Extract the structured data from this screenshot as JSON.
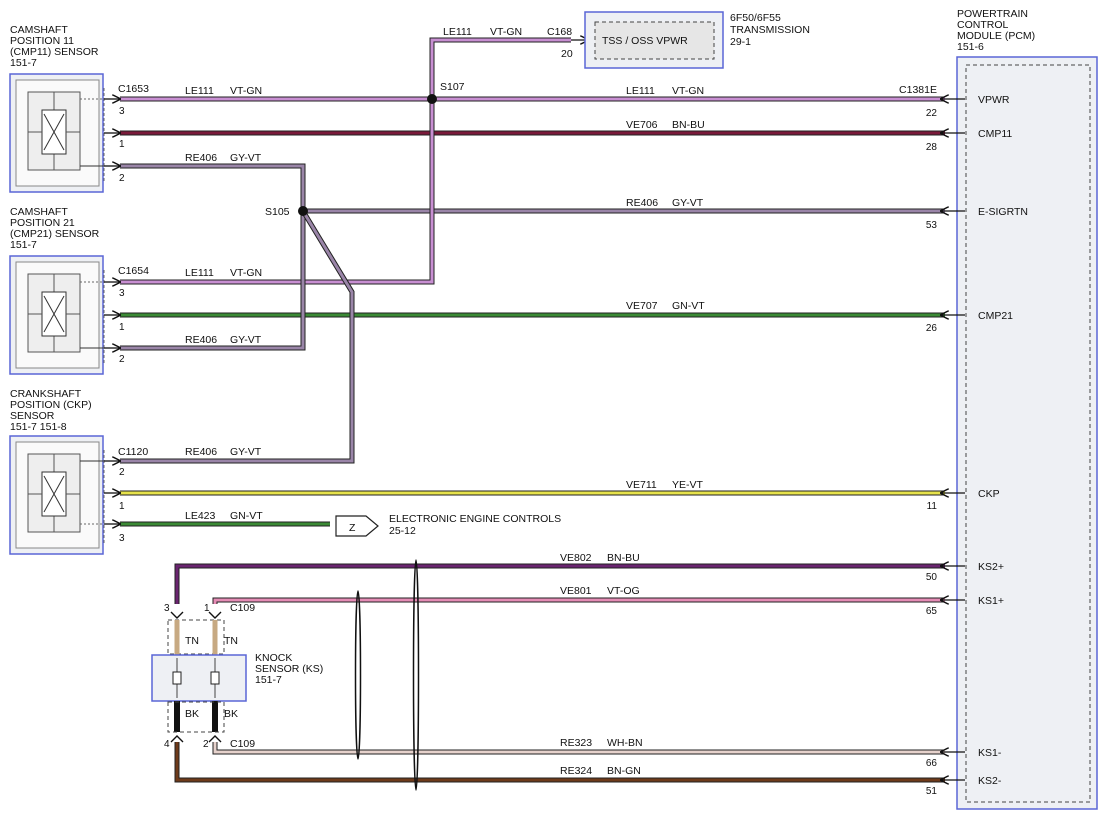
{
  "components": {
    "cmp11": {
      "title_lines": [
        "CAMSHAFT",
        "POSITION 11",
        "(CMP11) SENSOR",
        "151-7"
      ]
    },
    "cmp21": {
      "title_lines": [
        "CAMSHAFT",
        "POSITION 21",
        "(CMP21) SENSOR",
        "151-7"
      ]
    },
    "ckp": {
      "title_lines": [
        "CRANKSHAFT",
        "POSITION (CKP)",
        "SENSOR",
        "151-7   151-8"
      ]
    },
    "ks": {
      "title_lines": [
        "KNOCK",
        "SENSOR (KS)",
        "151-7"
      ]
    },
    "pcm": {
      "title_lines": [
        "POWERTRAIN",
        "CONTROL",
        "MODULE (PCM)",
        "151-6"
      ]
    },
    "transmission": {
      "box_label": "TSS / OSS VPWR",
      "title_lines": [
        "6F50/6F55",
        "TRANSMISSION",
        "29-1"
      ],
      "connector": "C168",
      "pin": "20"
    },
    "eec": {
      "symbol": "Z",
      "title_lines": [
        "ELECTRONIC ENGINE CONTROLS",
        "25-12"
      ]
    }
  },
  "connectors": {
    "cmp11": "C1653",
    "cmp21": "C1654",
    "ckp": "C1120",
    "pcm": "C1381E",
    "ks_top": "C109",
    "ks_bottom": "C109"
  },
  "splices": {
    "s107": "S107",
    "s105": "S105"
  },
  "sensor_pins": {
    "cmp11": [
      "3",
      "1",
      "2"
    ],
    "cmp21": [
      "3",
      "1",
      "2"
    ],
    "ckp": [
      "2",
      "1",
      "3"
    ],
    "ks": [
      "3",
      "1",
      "4",
      "2"
    ]
  },
  "ks_leads": {
    "tn": "TN",
    "bk": "BK"
  },
  "wires": [
    {
      "id": "trans",
      "circuit": "LE111",
      "color_code": "VT-GN",
      "color": "#c88fd2"
    },
    {
      "id": "cmp11_vpwr",
      "circuit": "LE111",
      "color_code": "VT-GN",
      "color": "#c88fd2"
    },
    {
      "id": "pcm_vpwr",
      "circuit": "LE111",
      "color_code": "VT-GN",
      "color": "#c88fd2"
    },
    {
      "id": "cmp11",
      "circuit": "VE706",
      "color_code": "BN-BU",
      "color": "#7a1a3a"
    },
    {
      "id": "cmp11_rtn",
      "circuit": "RE406",
      "color_code": "GY-VT",
      "color": "#9a85a8"
    },
    {
      "id": "pcm_rtn",
      "circuit": "RE406",
      "color_code": "GY-VT",
      "color": "#9a85a8"
    },
    {
      "id": "cmp21_vpwr",
      "circuit": "LE111",
      "color_code": "VT-GN",
      "color": "#c88fd2"
    },
    {
      "id": "cmp21",
      "circuit": "VE707",
      "color_code": "GN-VT",
      "color": "#3b8a35"
    },
    {
      "id": "cmp21_rtn",
      "circuit": "RE406",
      "color_code": "GY-VT",
      "color": "#9a85a8"
    },
    {
      "id": "ckp_rtn",
      "circuit": "RE406",
      "color_code": "GY-VT",
      "color": "#9a85a8"
    },
    {
      "id": "ckp",
      "circuit": "VE711",
      "color_code": "YE-VT",
      "color": "#e6e24a"
    },
    {
      "id": "ckp_eec",
      "circuit": "LE423",
      "color_code": "GN-VT",
      "color": "#3b8a35"
    },
    {
      "id": "ks2p",
      "circuit": "VE802",
      "color_code": "BN-BU",
      "color": "#6a2470"
    },
    {
      "id": "ks1p",
      "circuit": "VE801",
      "color_code": "VT-OG",
      "color": "#e58cb5"
    },
    {
      "id": "ks1m",
      "circuit": "RE323",
      "color_code": "WH-BN",
      "color": "#e6d2cc"
    },
    {
      "id": "ks2m",
      "circuit": "RE324",
      "color_code": "BN-GN",
      "color": "#6e3a1a"
    }
  ],
  "pcm_pins": [
    {
      "pin": "22",
      "signal": "VPWR"
    },
    {
      "pin": "28",
      "signal": "CMP11"
    },
    {
      "pin": "53",
      "signal": "E-SIGRTN"
    },
    {
      "pin": "26",
      "signal": "CMP21"
    },
    {
      "pin": "11",
      "signal": "CKP"
    },
    {
      "pin": "50",
      "signal": "KS2+"
    },
    {
      "pin": "65",
      "signal": "KS1+"
    },
    {
      "pin": "66",
      "signal": "KS1-"
    },
    {
      "pin": "51",
      "signal": "KS2-"
    }
  ]
}
